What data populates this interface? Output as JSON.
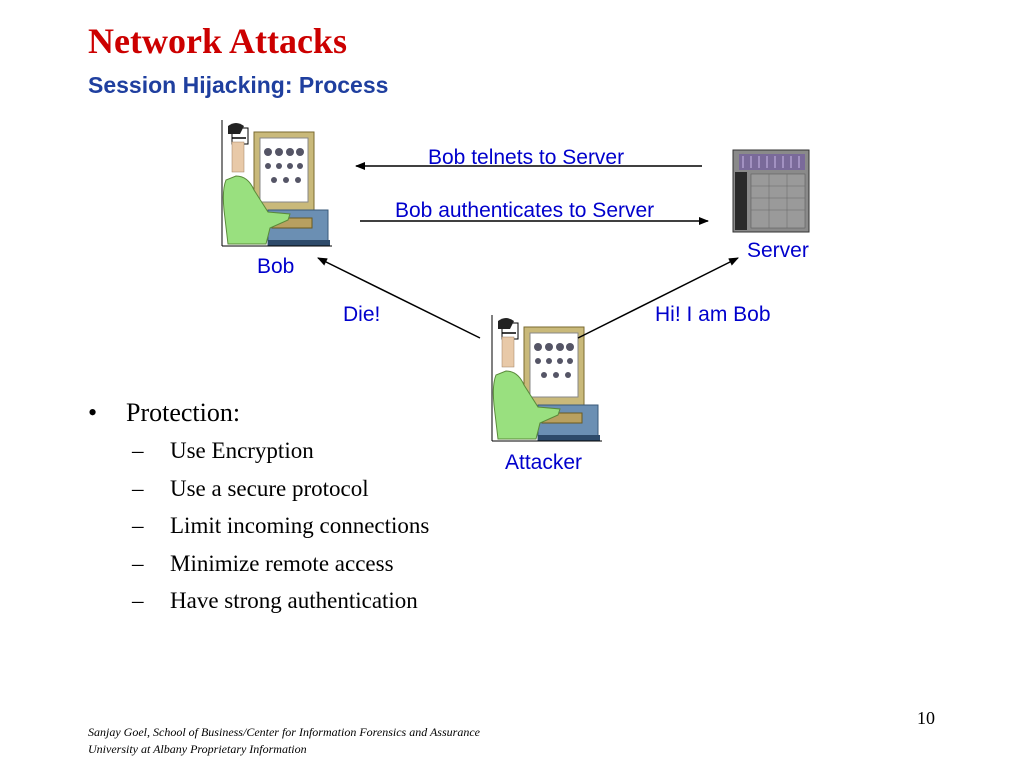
{
  "slide": {
    "title": "Network Attacks",
    "subtitle": "Session Hijacking: Process",
    "page_number": "10"
  },
  "diagram": {
    "bob_label": "Bob",
    "server_label": "Server",
    "attacker_label": "Attacker",
    "msg_telnet": "Bob telnets to Server",
    "msg_auth": "Bob authenticates to Server",
    "msg_die": "Die!",
    "msg_hi": "Hi! I am Bob",
    "text_color": "#0000cc"
  },
  "bullets": {
    "main": "Protection:",
    "items": [
      "Use Encryption",
      "Use a secure protocol",
      "Limit incoming connections",
      "Minimize remote access",
      "Have strong authentication"
    ]
  },
  "footer": {
    "line1": "Sanjay Goel, School of Business/Center for Information Forensics and Assurance",
    "line2": "University at Albany Proprietary Information"
  },
  "colors": {
    "title": "#cc0000",
    "subtitle": "#1f3f9f"
  }
}
